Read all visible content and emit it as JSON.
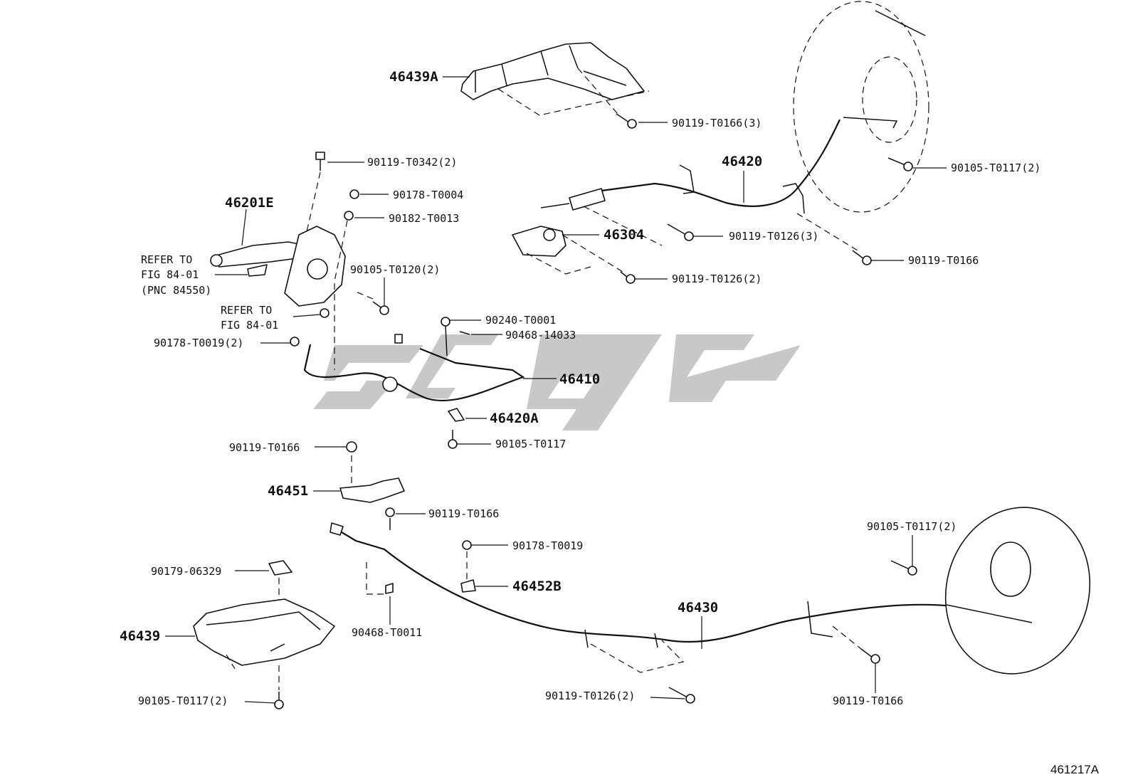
{
  "figure_id": "461217A",
  "labels": {
    "p46439A": "46439A",
    "p90119_T0166_3": "90119-T0166(3)",
    "p46420": "46420",
    "p90105_T0117_2_top": "90105-T0117(2)",
    "p90119_T0342_2": "90119-T0342(2)",
    "p90178_T0004": "90178-T0004",
    "p90182_T0013": "90182-T0013",
    "p46201E": "46201E",
    "refer1_line1": "REFER TO",
    "refer1_line2": "FIG 84-01",
    "refer1_line3": "(PNC 84550)",
    "p90105_T0120_2": "90105-T0120(2)",
    "refer2_line1": "REFER TO",
    "refer2_line2": "FIG 84-01",
    "p46304": "46304",
    "p90119_T0126_3": "90119-T0126(3)",
    "p90119_T0166_right": "90119-T0166",
    "p90119_T0126_2_top": "90119-T0126(2)",
    "p90240_T0001": "90240-T0001",
    "p90468_14033": "90468-14033",
    "p90178_T0019_2": "90178-T0019(2)",
    "p46410": "46410",
    "p46420A": "46420A",
    "p90105_T0117": "90105-T0117",
    "p90119_T0166_mid": "90119-T0166",
    "p46451": "46451",
    "p90119_T0166_low": "90119-T0166",
    "p90178_T0019": "90178-T0019",
    "p90105_T0117_2_right": "90105-T0117(2)",
    "p90179_06329": "90179-06329",
    "p46452B": "46452B",
    "p46430": "46430",
    "p46439": "46439",
    "p90468_T0011": "90468-T0011",
    "p90105_T0117_2_bottom": "90105-T0117(2)",
    "p90119_T0126_2_bottom": "90119-T0126(2)",
    "p90119_T0166_bottom": "90119-T0166"
  }
}
